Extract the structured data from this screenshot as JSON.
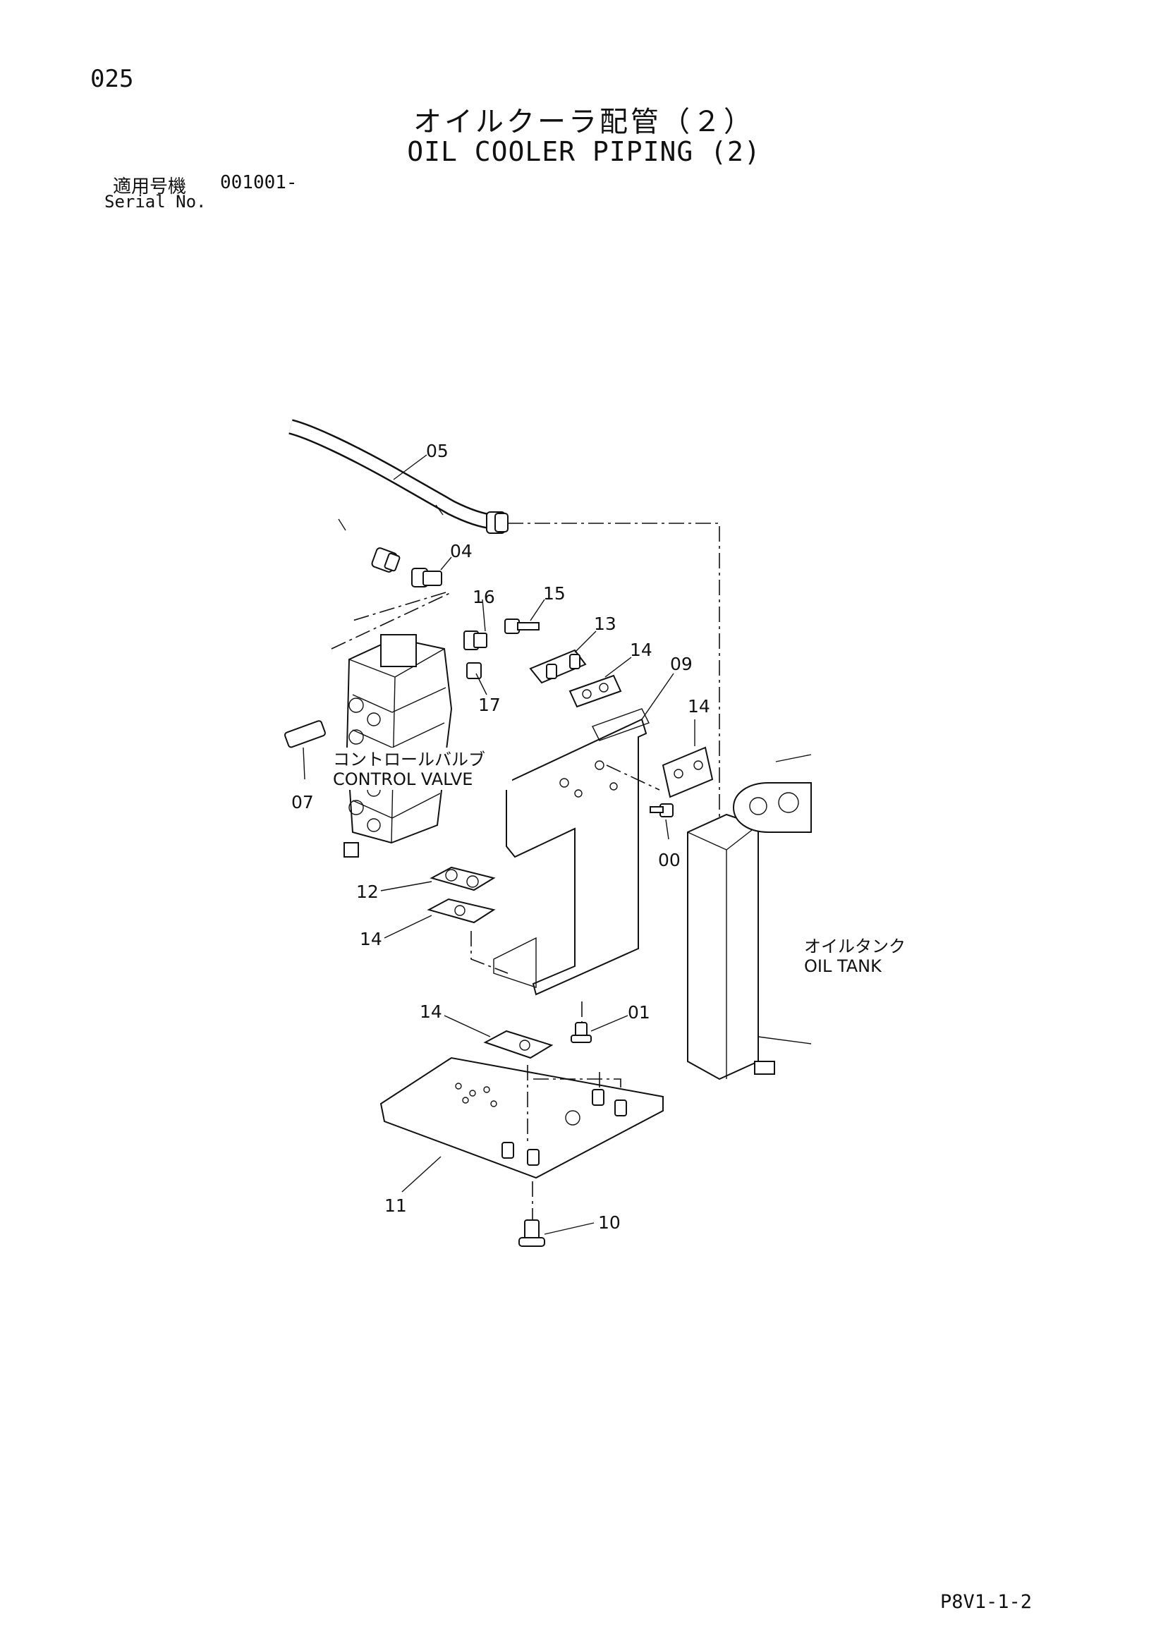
{
  "page": {
    "page_number": "025",
    "title_jp": "オイルクーラ配管（２）",
    "title_en": "OIL COOLER PIPING (2)",
    "serial_label_jp": "適用号機",
    "serial_value": "001001-",
    "serial_label_en": "Serial No.",
    "drawing_code": "P8V1-1-2"
  },
  "diagram": {
    "part_callouts": [
      "05",
      "04",
      "16",
      "15",
      "13",
      "14",
      "09",
      "14",
      "17",
      "07",
      "00",
      "12",
      "14",
      "14",
      "01",
      "11",
      "10"
    ],
    "control_valve_label_jp": "コントロールバルブ",
    "control_valve_label_en": "CONTROL VALVE",
    "oil_tank_label_jp": "オイルタンク",
    "oil_tank_label_en": "OIL TANK"
  }
}
